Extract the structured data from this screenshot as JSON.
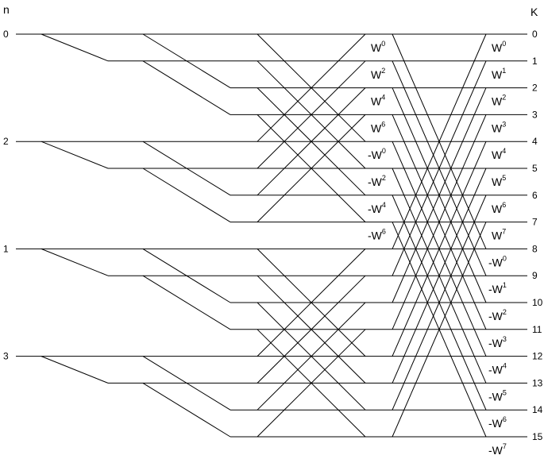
{
  "header": {
    "input_title": "n",
    "output_title": "K"
  },
  "input_labels": [
    "0",
    "2",
    "1",
    "3"
  ],
  "output_labels": [
    "0",
    "1",
    "2",
    "3",
    "4",
    "5",
    "6",
    "7",
    "8",
    "9",
    "10",
    "11",
    "12",
    "13",
    "14",
    "15"
  ],
  "twiddles_stage3": [
    "W0",
    "W2",
    "W4",
    "W6",
    "-W0",
    "-W2",
    "-W4",
    "-W6"
  ],
  "twiddles_stage4": [
    "W0",
    "W1",
    "W2",
    "W3",
    "W4",
    "W5",
    "W6",
    "W7",
    "-W0",
    "-W1",
    "-W2",
    "-W3",
    "-W4",
    "-W5",
    "-W6",
    "-W7"
  ],
  "twiddle_parts_stage3": [
    {
      "pre": "W",
      "exp": "0"
    },
    {
      "pre": "W",
      "exp": "2"
    },
    {
      "pre": "W",
      "exp": "4"
    },
    {
      "pre": "W",
      "exp": "6"
    },
    {
      "pre": "-W",
      "exp": "0"
    },
    {
      "pre": "-W",
      "exp": "2"
    },
    {
      "pre": "-W",
      "exp": "4"
    },
    {
      "pre": "-W",
      "exp": "6"
    }
  ],
  "twiddle_parts_stage4": [
    {
      "pre": "W",
      "exp": "0"
    },
    {
      "pre": "W",
      "exp": "1"
    },
    {
      "pre": "W",
      "exp": "2"
    },
    {
      "pre": "W",
      "exp": "3"
    },
    {
      "pre": "W",
      "exp": "4"
    },
    {
      "pre": "W",
      "exp": "5"
    },
    {
      "pre": "W",
      "exp": "6"
    },
    {
      "pre": "W",
      "exp": "7"
    },
    {
      "pre": "-W",
      "exp": "0"
    },
    {
      "pre": "-W",
      "exp": "1"
    },
    {
      "pre": "-W",
      "exp": "2"
    },
    {
      "pre": "-W",
      "exp": "3"
    },
    {
      "pre": "-W",
      "exp": "4"
    },
    {
      "pre": "-W",
      "exp": "5"
    },
    {
      "pre": "-W",
      "exp": "6"
    },
    {
      "pre": "-W",
      "exp": "7"
    }
  ]
}
